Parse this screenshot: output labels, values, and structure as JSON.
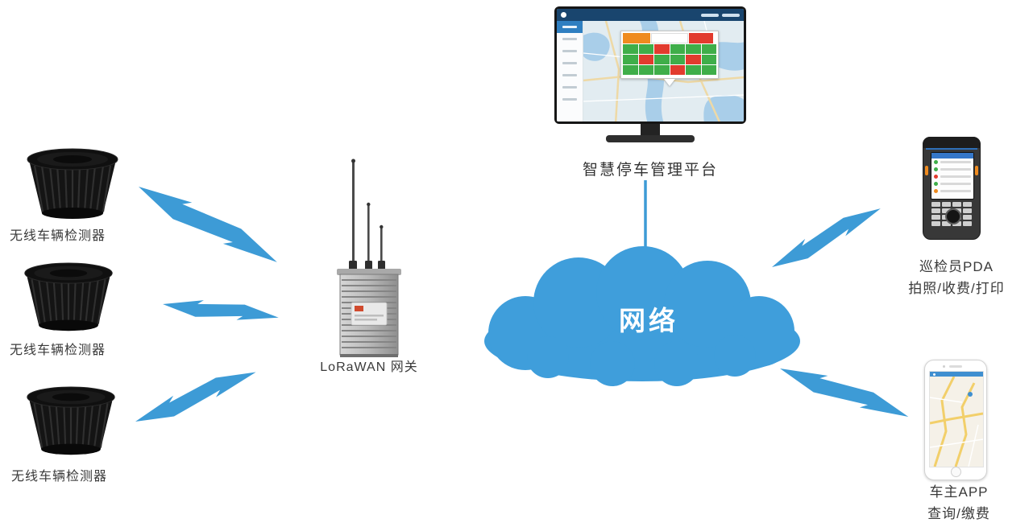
{
  "diagram": {
    "labels": {
      "detector": "无线车辆检测器",
      "gateway": "LoRaWAN 网关",
      "platform": "智慧停车管理平台",
      "cloud": "网络",
      "pda_title": "巡检员PDA",
      "pda_subtitle": "拍照/收费/打印",
      "app_title": "车主APP",
      "app_subtitle": "查询/缴费"
    },
    "colors": {
      "connection_blue": "#3d9bd6",
      "cloud_blue": "#3f9edb",
      "label_text": "#3a3a3a",
      "status_green": "#3fae49",
      "status_red": "#e23b2e",
      "status_orange": "#ef8b1f"
    },
    "connections": [
      {
        "from": "wireless-vehicle-detector-1",
        "to": "lorawan-gateway",
        "type": "wireless"
      },
      {
        "from": "wireless-vehicle-detector-2",
        "to": "lorawan-gateway",
        "type": "wireless"
      },
      {
        "from": "wireless-vehicle-detector-3",
        "to": "lorawan-gateway",
        "type": "wireless"
      },
      {
        "from": "smart-parking-platform",
        "to": "network-cloud",
        "type": "line"
      },
      {
        "from": "network-cloud",
        "to": "inspector-pda",
        "type": "wireless"
      },
      {
        "from": "network-cloud",
        "to": "owner-app",
        "type": "wireless"
      }
    ]
  }
}
